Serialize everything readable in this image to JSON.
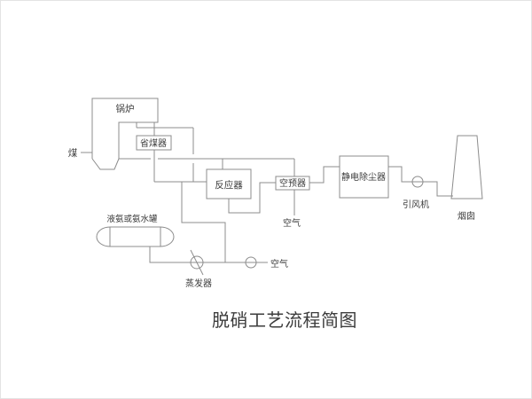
{
  "diagram": {
    "title": "脱硝工艺流程简图",
    "colors": {
      "line": "#8c8c8c",
      "text": "#3c3c3c",
      "background": "#ffffff"
    },
    "nodes": {
      "boiler": "锅炉",
      "economizer": "省煤器",
      "reactor": "反应器",
      "air_preheater": "空预器",
      "esp": "静电除尘器",
      "induced_draft_fan": "引风机",
      "chimney": "烟囱",
      "ammonia_tank": "液氨或氨水罐",
      "evaporator": "蒸发器"
    },
    "streams": {
      "coal": "煤",
      "preheater_air": "空气",
      "dilution_air": "空气"
    }
  }
}
